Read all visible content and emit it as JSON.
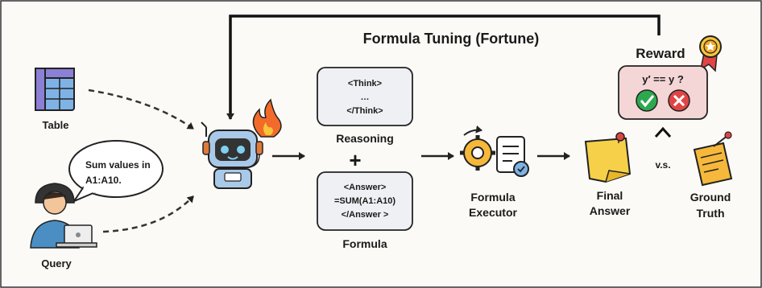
{
  "title": "Formula Tuning (Fortune)",
  "inputs": {
    "table_label": "Table",
    "query_label": "Query",
    "query_bubble": [
      "Sum values in",
      "A1:A10."
    ]
  },
  "reasoning": {
    "lines": [
      "<Think>",
      "…",
      "</Think>"
    ],
    "label": "Reasoning"
  },
  "plus": "+",
  "formula": {
    "lines": [
      "<Answer>",
      "=SUM(A1:A10)",
      "</Answer >"
    ],
    "label": "Formula"
  },
  "executor_label": [
    "Formula",
    "Executor"
  ],
  "final_answer_label": [
    "Final",
    "Answer"
  ],
  "reward": {
    "label": "Reward",
    "check": "y′ == y ?"
  },
  "versus": "v.s.",
  "ground_truth_label": [
    "Ground",
    "Truth"
  ],
  "colors": {
    "box_fill": "#eef0f3",
    "table_header": "#8b7fd6",
    "table_body": "#7fb3e6",
    "robot_body": "#a9c9e8",
    "check_green": "#2ea84f",
    "cross_red": "#e04545",
    "note_yellow": "#f7d04a",
    "paper_orange": "#f5b83a"
  }
}
